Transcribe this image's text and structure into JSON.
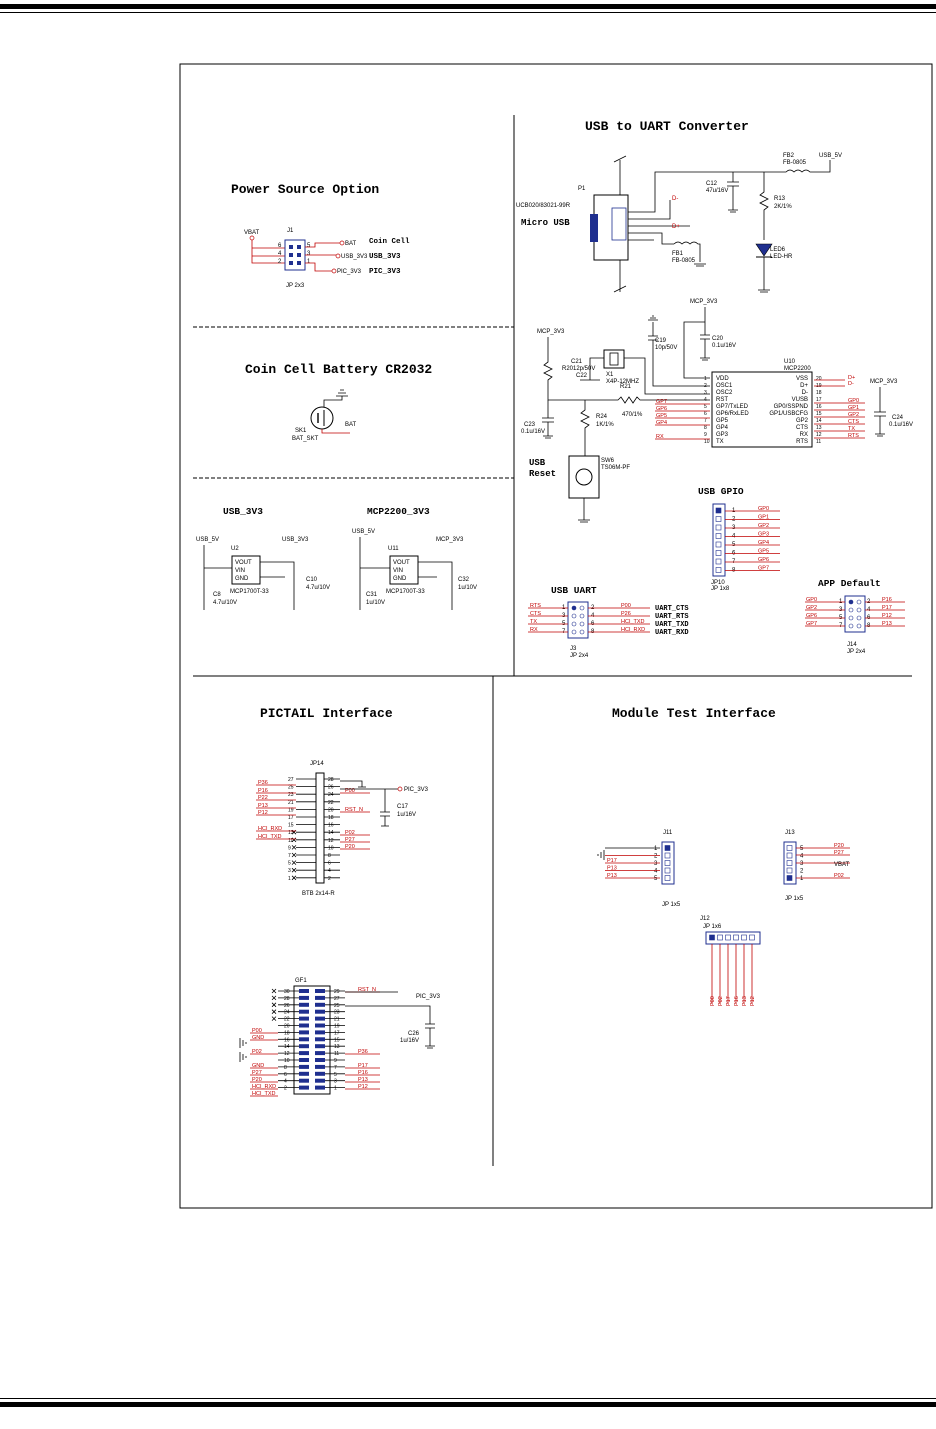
{
  "colors": {
    "ink": "#000000",
    "net_red": "#c00000",
    "comp_blue": "#1f2f8f"
  },
  "sections": {
    "power_source": {
      "title": "Power Source Option",
      "vbat": "VBAT",
      "ref": "J1",
      "footprint": "JP 2x3",
      "pins": [
        "6",
        "5",
        "4",
        "3",
        "2",
        "1"
      ],
      "nets": [
        "BAT",
        "USB_3V3",
        "PIC_3V3"
      ],
      "options": [
        "Coin Cell",
        "USB_3V3",
        "PIC_3V3"
      ]
    },
    "coin_cell": {
      "title": "Coin Cell Battery CR2032",
      "ref": "SK1",
      "part": "BAT_SKT",
      "net": "BAT"
    },
    "usb_3v3": {
      "title": "USB_3V3",
      "in_net": "USB_5V",
      "out_net": "USB_3V3",
      "ref": "U2",
      "pins": [
        "VOUT",
        "VIN",
        "GND"
      ],
      "part": "MCP1700T-33",
      "c_in": [
        "C8",
        "4.7u/10V"
      ],
      "c_out": [
        "C10",
        "4.7u/10V"
      ]
    },
    "mcp2200_3v3": {
      "title": "MCP2200_3V3",
      "in_net": "USB_5V",
      "out_net": "MCP_3V3",
      "ref": "U11",
      "pins": [
        "VOUT",
        "VIN",
        "GND"
      ],
      "part": "MCP1700T-33",
      "c_in": [
        "C31",
        "1u/10V"
      ],
      "c_out": [
        "C32",
        "1u/10V"
      ]
    },
    "usb_uart": {
      "title": "USB to UART Converter",
      "micro_usb": "Micro USB",
      "connector": "UCB020/83021-99R",
      "p1": "P1",
      "fb2": [
        "FB2",
        "FB-0805"
      ],
      "usb5v": "USB_5V",
      "c12": [
        "C12",
        "47u/16V"
      ],
      "r13": [
        "R13",
        "2K/1%"
      ],
      "led": [
        "LED6",
        "LED-HR"
      ],
      "fb1": [
        "FB1",
        "FB-0805"
      ],
      "dminus": "D-",
      "dplus": "D+",
      "mcp3v3": "MCP_3V3",
      "c19": [
        "C19",
        "10p/50V"
      ],
      "c20": [
        "C20",
        "0.1u/16V"
      ],
      "c21": [
        "C21",
        "R2012p/50V"
      ],
      "c22": "C22",
      "x1": [
        "X1",
        "X4P-12MHZ"
      ],
      "r21": [
        "R21",
        "470/1%"
      ],
      "c23": [
        "C23",
        "0.1u/16V"
      ],
      "r24": [
        "R24",
        "1K/1%"
      ],
      "u10": [
        "U10",
        "MCP2200"
      ],
      "left_pins": [
        [
          "1",
          "VDD"
        ],
        [
          "2",
          "OSC1"
        ],
        [
          "3",
          "OSC2"
        ],
        [
          "4",
          "RST"
        ],
        [
          "5",
          "GP7/TxLED"
        ],
        [
          "6",
          "GP6/RxLED"
        ],
        [
          "7",
          "GP5"
        ],
        [
          "8",
          "GP4"
        ],
        [
          "9",
          "GP3"
        ],
        [
          "10",
          "TX"
        ]
      ],
      "right_pins": [
        [
          "20",
          "VSS"
        ],
        [
          "19",
          "D+"
        ],
        [
          "18",
          "D-"
        ],
        [
          "17",
          "VUSB"
        ],
        [
          "16",
          "GP0/SSPND"
        ],
        [
          "15",
          "GP1/USBCFG"
        ],
        [
          "14",
          "GP2"
        ],
        [
          "13",
          "CTS"
        ],
        [
          "12",
          "RX"
        ],
        [
          "11",
          "RTS"
        ]
      ],
      "left_nets": [
        "GP7",
        "GP6",
        "GP5",
        "GP4",
        "RX"
      ],
      "right_nets": [
        "D+",
        "D-",
        "GP0",
        "GP1",
        "GP2",
        "CTS",
        "TX",
        "RTS"
      ],
      "c24": [
        "C24",
        "0.1u/16V"
      ],
      "reset": [
        "USB",
        "Reset"
      ],
      "sw": [
        "SW6",
        "TS06M-PF"
      ]
    },
    "usb_gpio": {
      "title": "USB GPIO",
      "ref": "JP10",
      "footprint": "JP 1x8",
      "pins": [
        "1",
        "2",
        "3",
        "4",
        "5",
        "6",
        "7",
        "8"
      ],
      "nets": [
        "GP0",
        "GP1",
        "GP2",
        "GP3",
        "GP4",
        "GP5",
        "GP6",
        "GP7"
      ]
    },
    "usb_uart_hdr": {
      "title": "USB UART",
      "ref": "J3",
      "footprint": "JP 2x4",
      "left_nets": [
        "RTS",
        "CTS",
        "TX",
        "RX"
      ],
      "left_pins": [
        "1",
        "3",
        "5",
        "7"
      ],
      "right_pins": [
        "2",
        "4",
        "6",
        "8"
      ],
      "right_nets": [
        "P00",
        "P26",
        "HCI_TXD",
        "HCI_RXD"
      ],
      "functions": [
        "UART_CTS",
        "UART_RTS",
        "UART_TXD",
        "UART_RXD"
      ]
    },
    "app_default": {
      "title": "APP Default",
      "ref": "J14",
      "footprint": "JP 2x4",
      "left_nets": [
        "GP0",
        "GP2",
        "GP6",
        "GP7"
      ],
      "left_pins": [
        "1",
        "3",
        "5",
        "7"
      ],
      "right_pins": [
        "2",
        "4",
        "6",
        "8"
      ],
      "right_nets": [
        "P16",
        "P17",
        "P12",
        "P13"
      ]
    },
    "pictail": {
      "title": "PICTAIL Interface",
      "jp14": "JP14",
      "jp14_part": "BTB 2x14-R",
      "jp14_left_nums": [
        "27",
        "25",
        "23",
        "21",
        "19",
        "17",
        "15",
        "13",
        "11",
        "9",
        "7",
        "5",
        "3",
        "1"
      ],
      "jp14_right_nums": [
        "28",
        "26",
        "24",
        "22",
        "20",
        "18",
        "16",
        "14",
        "12",
        "10",
        "8",
        "6",
        "4",
        "2"
      ],
      "jp14_left_nets": [
        "P36",
        "P16",
        "P22",
        "P13",
        "P12",
        "HCI_RXD",
        "HCI_TXD"
      ],
      "jp14_right_nets": [
        "P00",
        "RST_N",
        "P02",
        "P27",
        "P20"
      ],
      "pic3v3": "PIC_3V3",
      "c17": [
        "C17",
        "1u/16V"
      ],
      "gf1": "GF1",
      "gf1_left_nums": [
        "30",
        "28",
        "26",
        "24",
        "22",
        "20",
        "18",
        "16",
        "14",
        "12",
        "10",
        "8",
        "6",
        "4",
        "2"
      ],
      "gf1_right_nums": [
        "29",
        "27",
        "25",
        "23",
        "21",
        "19",
        "17",
        "15",
        "13",
        "11",
        "9",
        "7",
        "5",
        "3",
        "1"
      ],
      "gf1_left_nets": [
        "P00",
        "GND",
        "P02",
        "GND",
        "P27",
        "P20",
        "HCI_RXD",
        "HCI_TXD"
      ],
      "gf1_right_nets": [
        "RST_N",
        "P36",
        "P17",
        "P16",
        "P13",
        "P12"
      ],
      "c26": [
        "C26",
        "1u/16V"
      ]
    },
    "module_test": {
      "title": "Module Test Interface",
      "j11": "J11",
      "j11_pins": [
        "1",
        "2",
        "3",
        "4",
        "5"
      ],
      "j11_nets": [
        "P17",
        "P13",
        "P13"
      ],
      "j11_part": "JP 1x5",
      "j13": "J13",
      "j13_pins": [
        "5",
        "4",
        "3",
        "2",
        "1"
      ],
      "j13_nets": [
        "P20",
        "P27",
        "VBAT",
        "P02"
      ],
      "j13_part": "JP 1x5",
      "j12": "J12",
      "j12_part": "JP 1x6",
      "j12_nets": [
        "P00",
        "P02",
        "P17",
        "P16",
        "P13",
        "P12"
      ]
    }
  }
}
